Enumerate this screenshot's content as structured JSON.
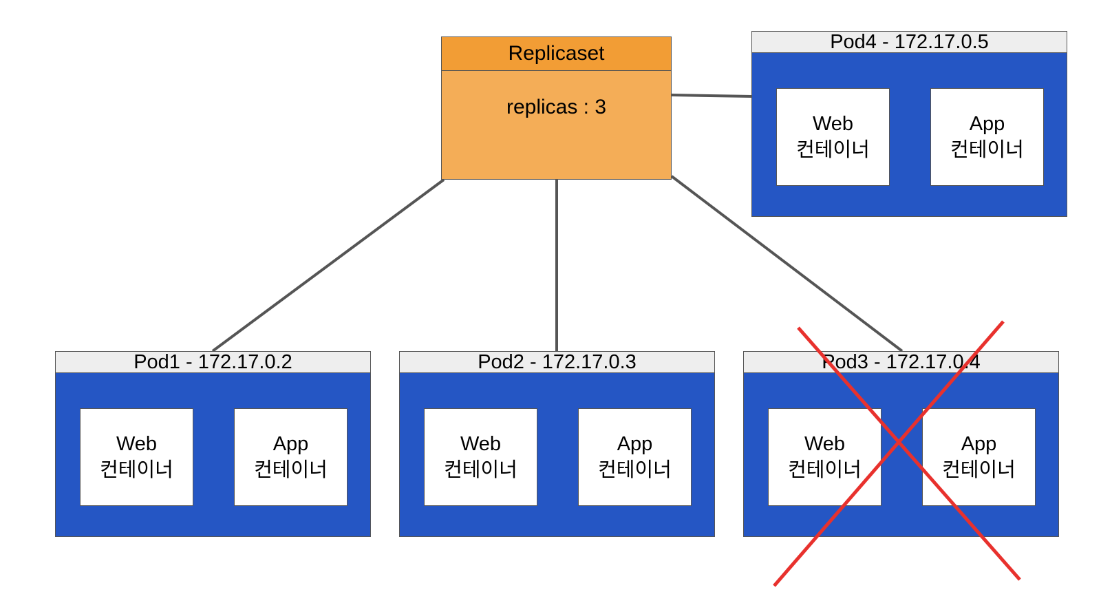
{
  "replicaset": {
    "title": "Replicaset",
    "spec": "replicas : 3"
  },
  "pods": [
    {
      "title": "Pod1 - 172.17.0.2",
      "web_name": "Web",
      "web_sub": "컨테이너",
      "app_name": "App",
      "app_sub": "컨테이너"
    },
    {
      "title": "Pod2 - 172.17.0.3",
      "web_name": "Web",
      "web_sub": "컨테이너",
      "app_name": "App",
      "app_sub": "컨테이너"
    },
    {
      "title": "Pod3 - 172.17.0.4",
      "web_name": "Web",
      "web_sub": "컨테이너",
      "app_name": "App",
      "app_sub": "컨테이너",
      "status": "deleted"
    },
    {
      "title": "Pod4 - 172.17.0.5",
      "web_name": "Web",
      "web_sub": "컨테이너",
      "app_name": "App",
      "app_sub": "컨테이너"
    }
  ],
  "colors": {
    "replicaset_header": "#f29d35",
    "replicaset_body": "#f4ad57",
    "pod_body": "#2556c4",
    "pod_header": "#eeeeee",
    "connector": "#555555",
    "delete_mark": "#e8312d"
  }
}
